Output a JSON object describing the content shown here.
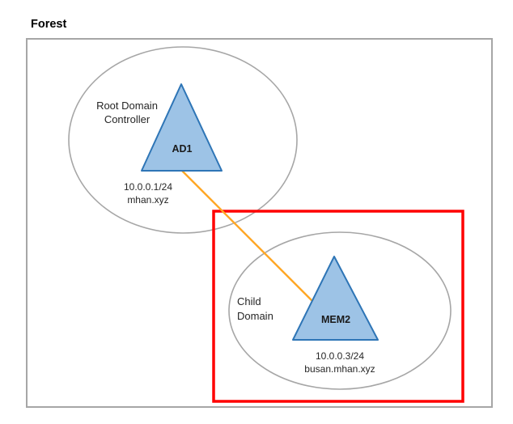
{
  "diagram": {
    "title": "Forest",
    "boundary": {
      "name": "forest-boundary",
      "stroke": "#a6a6a6"
    },
    "highlight_box": {
      "name": "child-domain-highlight",
      "stroke": "#ff0000"
    },
    "connection": {
      "label": "",
      "color": "#ffa726"
    },
    "palette": {
      "node_fill": "#9dc3e6",
      "node_stroke": "#2e75b6",
      "ellipse_stroke": "#a6a6a6",
      "text": "#262626"
    },
    "domains": [
      {
        "id": "root-domain",
        "label_lines": [
          "Root Domain",
          "Controller"
        ],
        "node": {
          "name": "AD1",
          "ip": "10.0.0.1/24",
          "fqdn": "mhan.xyz"
        }
      },
      {
        "id": "child-domain",
        "label_lines": [
          "Child",
          "Domain"
        ],
        "node": {
          "name": "MEM2",
          "ip": "10.0.0.3/24",
          "fqdn": "busan.mhan.xyz"
        }
      }
    ]
  }
}
